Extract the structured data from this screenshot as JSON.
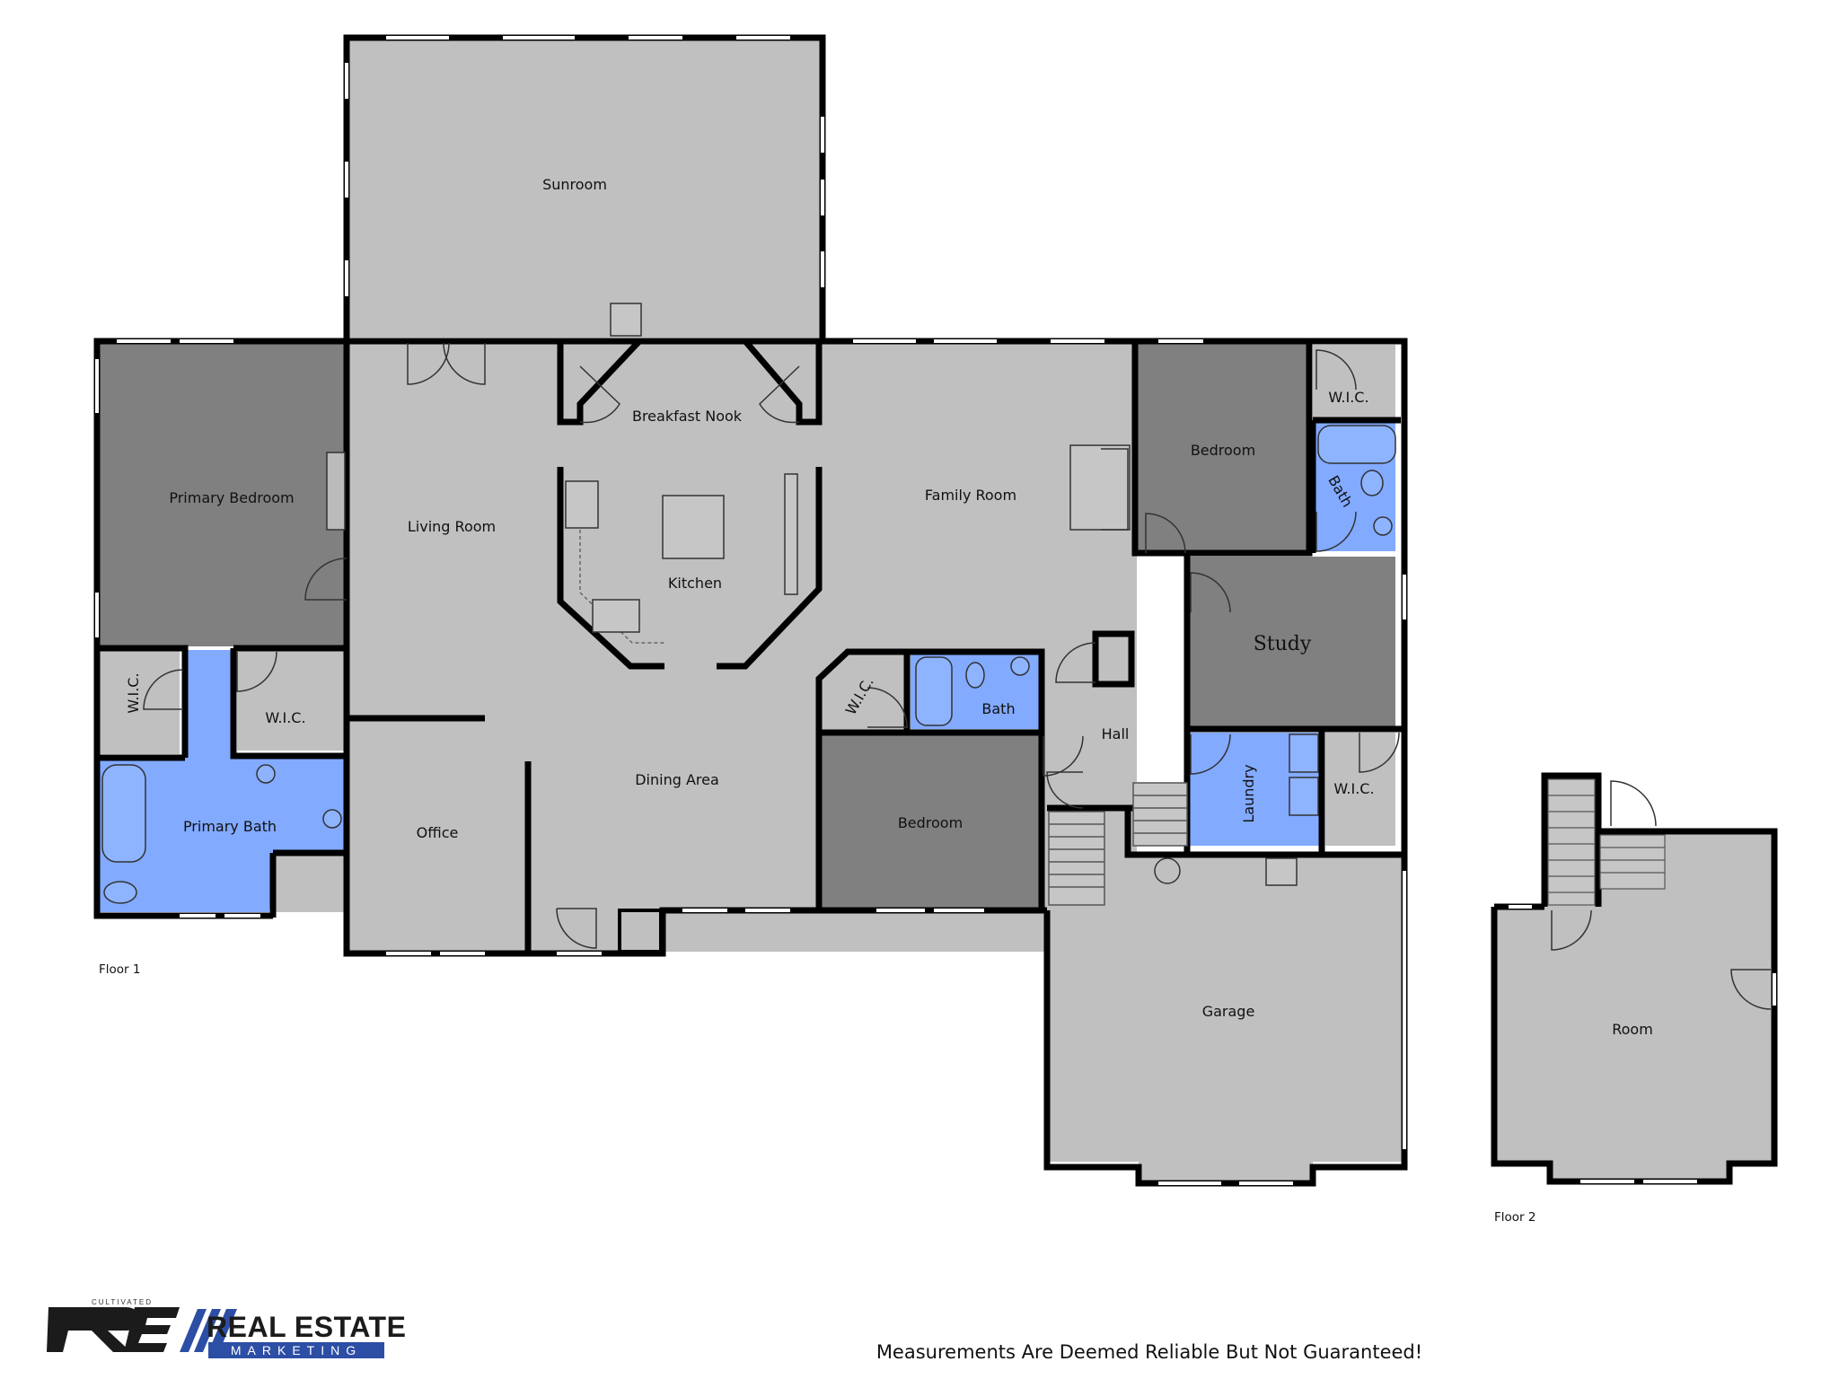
{
  "floors": {
    "floor1": "Floor 1",
    "floor2": "Floor 2"
  },
  "rooms": {
    "sunroom": "Sunroom",
    "primary_bedroom": "Primary Bedroom",
    "living_room": "Living Room",
    "breakfast_nook": "Breakfast Nook",
    "kitchen": "Kitchen",
    "family_room": "Family Room",
    "bedroom_ne": "Bedroom",
    "wic_ne": "W.I.C.",
    "bath_ne": "Bath",
    "study": "Study",
    "wic_pb_left": "W.I.C.",
    "wic_pb_right": "W.I.C.",
    "primary_bath": "Primary Bath",
    "office": "Office",
    "dining_area": "Dining Area",
    "wic_center": "W.I.C.",
    "bath_center": "Bath",
    "hall": "Hall",
    "bedroom_center": "Bedroom",
    "laundry": "Laundry",
    "wic_laundry": "W.I.C.",
    "garage": "Garage",
    "room_floor2": "Room"
  },
  "colors": {
    "common": "#c0c0c0",
    "bedroom": "#808080",
    "wet": "#82aaff",
    "wall": "#000000",
    "brand_blue": "#2d4ea5"
  },
  "brand": {
    "top": "CULTIVATED",
    "name": "REAL ESTATE",
    "sub": "MARKETING"
  },
  "disclaimer": "Measurements Are Deemed Reliable But Not Guaranteed!"
}
